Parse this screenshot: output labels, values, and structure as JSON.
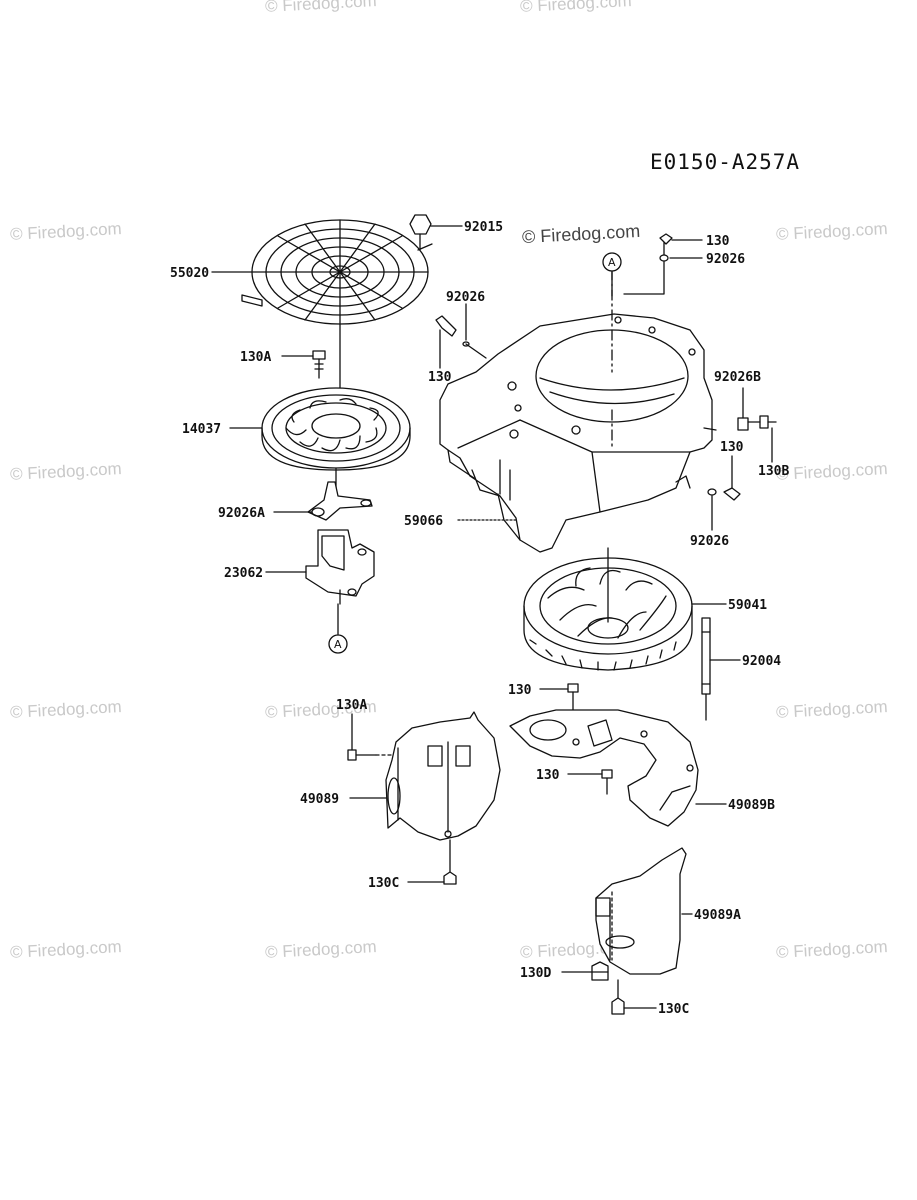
{
  "diagram_code": "E0150-A257A",
  "watermarks": {
    "main": "© Firedog.com",
    "faint": "© Firedog.com"
  },
  "reference_mark": "A",
  "labels": {
    "p92015": "92015",
    "p55020": "55020",
    "p130a_top": "130A",
    "p14037": "14037",
    "p92026a": "92026A",
    "p23062": "23062",
    "p130_tr": "130",
    "p92026_tr": "92026",
    "p92026_ml": "92026",
    "p130_ml": "130",
    "p92026b": "92026B",
    "p130_r": "130",
    "p130b": "130B",
    "p92026_r": "92026",
    "p59066": "59066",
    "p59041": "59041",
    "p92004": "92004",
    "p130_mid": "130",
    "p130a_low": "130A",
    "p130_mid2": "130",
    "p49089": "49089",
    "p49089b": "49089B",
    "p130c_left": "130C",
    "p49089a": "49089A",
    "p130d": "130D",
    "p130c_right": "130C"
  }
}
